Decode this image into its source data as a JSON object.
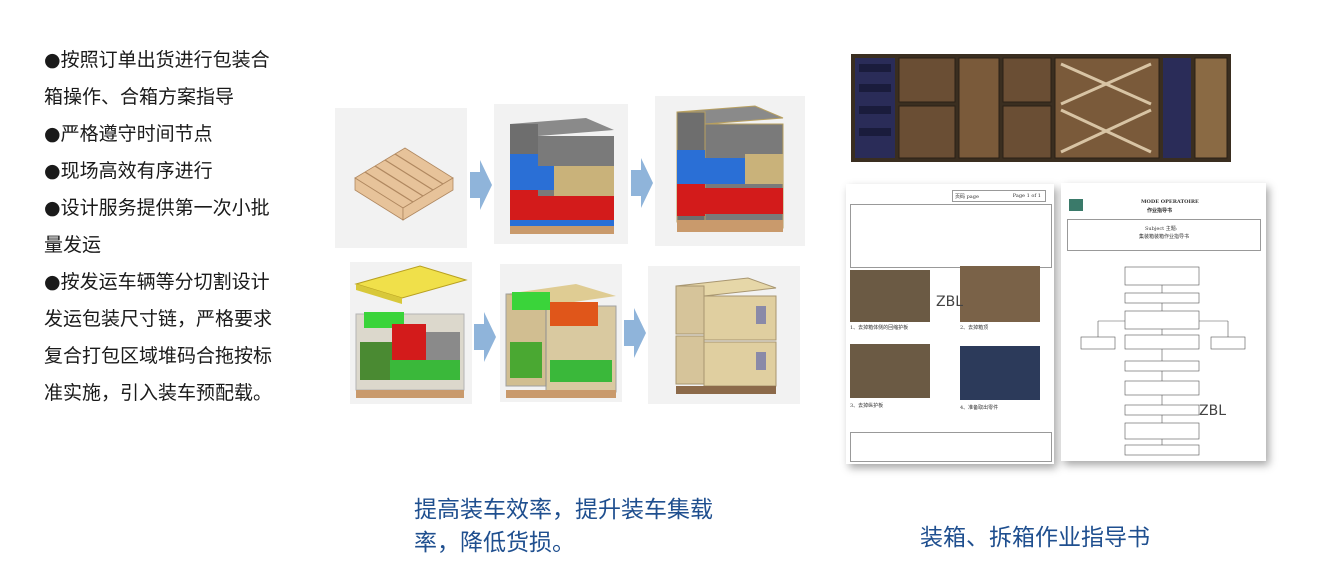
{
  "bullets": [
    "●按照订单出货进行包装合箱操作、合箱方案指导",
    "●严格遵守时间节点",
    "●现场高效有序进行",
    "●设计服务提供第一次小批量发运",
    "●按发运车辆等分切割设计发运包装尺寸链，严格要求复合打包区域堆码合拖按标准实施，引入装车预配载。"
  ],
  "caption_left": "提高装车效率，提升装车集载率，降低货损。",
  "caption_right": "装箱、拆箱作业指导书",
  "doc_left": {
    "page_label": "页码 page",
    "page_value": "Page 1 of 1",
    "watermark": "ZBL",
    "photo_captions": [
      "1、去掉箱体侧的回缩护板",
      "2、去掉箱顶",
      "3、去掉纵护板",
      "4、准备取出零件"
    ]
  },
  "doc_right": {
    "title": "MODE OPERATOIRE",
    "title_cn": "作业指导书",
    "subject": "Subject 主题:",
    "subject_cn": "集装箱装箱作业指导书",
    "watermark": "ZBL"
  },
  "colors": {
    "caption": "#1f4f8f",
    "bullet_dot": "#1f3c8c",
    "arrow": "#8fb4da"
  }
}
